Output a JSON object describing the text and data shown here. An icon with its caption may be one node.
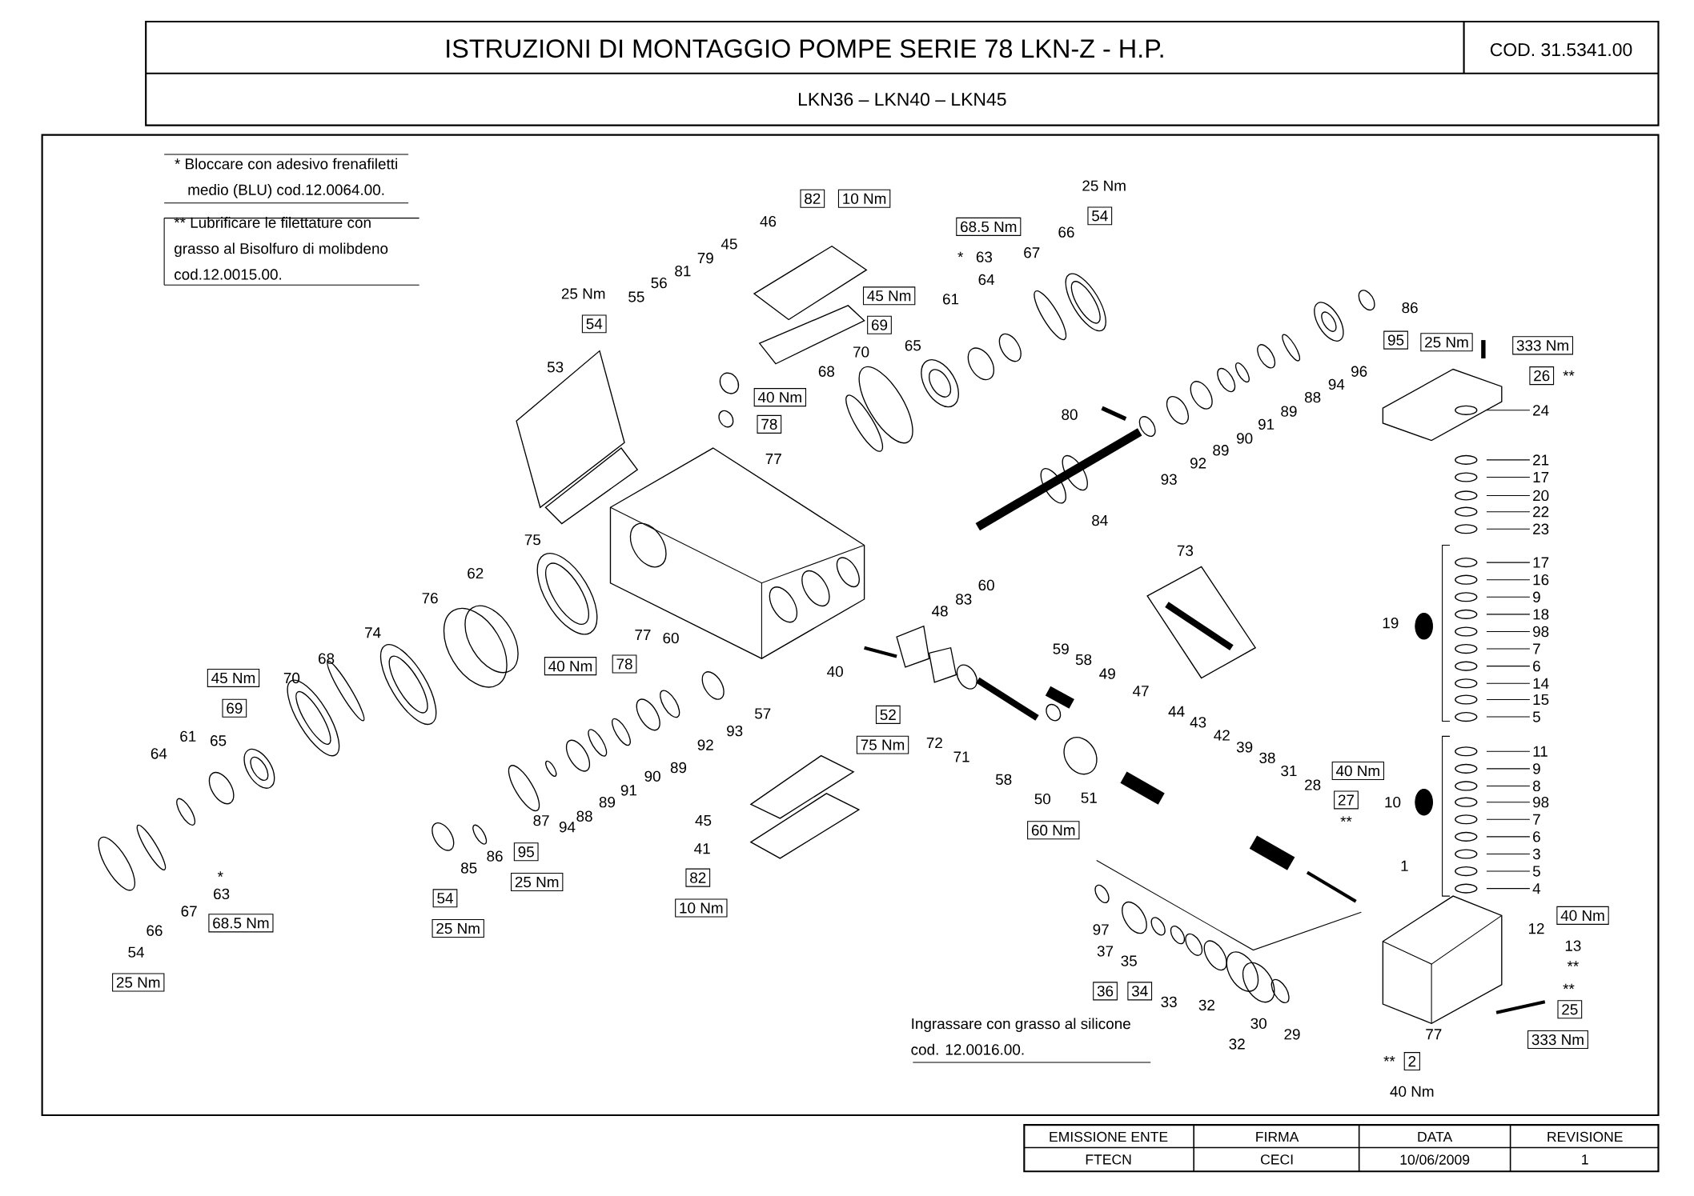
{
  "diagram": {
    "title": "ISTRUZIONI DI MONTAGGIO POMPE SERIE 78 LKN-Z - H.P.",
    "nodes": [
      {
        "text": [
          "24"
        ]
      },
      {
        "text": [
          "21"
        ]
      },
      {
        "text": [
          "17"
        ]
      },
      {
        "text": [
          "20"
        ]
      },
      {
        "text": [
          "22"
        ]
      },
      {
        "text": [
          "23"
        ]
      },
      {
        "text": [
          "17"
        ]
      },
      {
        "text": [
          "16"
        ]
      },
      {
        "text": [
          "9"
        ]
      },
      {
        "text": [
          "18"
        ]
      },
      {
        "text": [
          "98"
        ]
      },
      {
        "text": [
          "7"
        ]
      },
      {
        "text": [
          "6"
        ]
      },
      {
        "text": [
          "14"
        ]
      },
      {
        "text": [
          "15"
        ]
      },
      {
        "text": [
          "5"
        ]
      },
      {
        "text": [
          "11"
        ]
      },
      {
        "text": [
          "9"
        ]
      },
      {
        "text": [
          "8"
        ]
      },
      {
        "text": [
          "98"
        ]
      },
      {
        "text": [
          "7"
        ]
      },
      {
        "text": [
          "6"
        ]
      },
      {
        "text": [
          "3"
        ]
      },
      {
        "text": [
          "5"
        ]
      },
      {
        "text": [
          "4"
        ]
      }
    ],
    "edges": [
      {
        "from": 0,
        "to": null,
        "arrow": "none"
      },
      {
        "from": 1,
        "to": null,
        "arrow": "none"
      },
      {
        "from": 2,
        "to": null,
        "arrow": "none"
      },
      {
        "from": 3,
        "to": null,
        "arrow": "none"
      },
      {
        "from": 4,
        "to": null,
        "arrow": "none"
      },
      {
        "from": 5,
        "to": null,
        "arrow": "none"
      },
      {
        "from": 6,
        "to": null,
        "arrow": "none"
      },
      {
        "from": 7,
        "to": null,
        "arrow": "none"
      },
      {
        "from": 8,
        "to": null,
        "arrow": "none"
      },
      {
        "from": 9,
        "to": null,
        "arrow": "none"
      },
      {
        "from": 10,
        "to": null,
        "arrow": "none"
      },
      {
        "from": 11,
        "to": null,
        "arrow": "none"
      },
      {
        "from": 12,
        "to": null,
        "arrow": "none"
      },
      {
        "from": 13,
        "to": null,
        "arrow": "none"
      },
      {
        "from": 14,
        "to": null,
        "arrow": "none"
      },
      {
        "from": 15,
        "to": null,
        "arrow": "none"
      },
      {
        "from": 16,
        "to": null,
        "arrow": "none"
      },
      {
        "from": 17,
        "to": null,
        "arrow": "none"
      },
      {
        "from": 18,
        "to": null,
        "arrow": "none"
      },
      {
        "from": 19,
        "to": null,
        "arrow": "none"
      },
      {
        "from": 20,
        "to": null,
        "arrow": "none"
      },
      {
        "from": 21,
        "to": null,
        "arrow": "none"
      },
      {
        "from": 22,
        "to": null,
        "arrow": "none"
      },
      {
        "from": 23,
        "to": null,
        "arrow": "none"
      },
      {
        "from": 24,
        "to": null,
        "arrow": "none"
      }
    ],
    "labels": [
      "COD. 31.5341.00",
      "LKN36 – LKN40 – LKN45",
      "* Bloccare con adesivo frenafiletti medio (BLU) cod.12.0064.00.",
      "** Lubrificare le filettature con grasso al Bisolfuro di molibdeno cod.12.0015.00.",
      "82",
      "10 Nm",
      "25 Nm",
      "54",
      "46",
      "68.5 Nm",
      "66",
      "45",
      "67",
      "*",
      "63",
      "79",
      "81",
      "64",
      "56",
      "25 Nm",
      "45 Nm",
      "55",
      "61",
      "86",
      "54",
      "69",
      "95",
      "25 Nm",
      "333 Nm",
      "65",
      "70",
      "53",
      "68",
      "96",
      "26",
      "**",
      "94",
      "88",
      "40 Nm",
      "89",
      "80",
      "78",
      "91",
      "90",
      "89",
      "77",
      "92",
      "93",
      "84",
      "75",
      "73",
      "62",
      "60",
      "83",
      "76",
      "48",
      "19",
      "74",
      "77",
      "60",
      "59",
      "68",
      "58",
      "78",
      "40 Nm",
      "40",
      "49",
      "45 Nm",
      "70",
      "47",
      "69",
      "44",
      "57",
      "52",
      "43",
      "93",
      "42",
      "61",
      "65",
      "72",
      "75 Nm",
      "92",
      "39",
      "64",
      "71",
      "38",
      "89",
      "31",
      "40 Nm",
      "90",
      "58",
      "28",
      "91",
      "50",
      "51",
      "27",
      "10",
      "89",
      "88",
      "45",
      "87",
      "**",
      "94",
      "60 Nm",
      "41",
      "95",
      "86",
      "1",
      "85",
      "*",
      "82",
      "25 Nm",
      "63",
      "54",
      "10 Nm",
      "67",
      "40 Nm",
      "68.5 Nm",
      "25 Nm",
      "12",
      "97",
      "66",
      "13",
      "37",
      "54",
      "35",
      "**",
      "25 Nm",
      "**",
      "36",
      "34",
      "33",
      "32",
      "25",
      "30",
      "Ingrassare con grasso al silicone cod. 12.0016.00.",
      "29",
      "77",
      "333 Nm",
      "32",
      "**",
      "2",
      "40 Nm",
      "EMISSIONE ENTE",
      "FIRMA",
      "DATA",
      "REVISIONE",
      "FTECN",
      "CECI",
      "10/06/2009",
      "1"
    ]
  }
}
